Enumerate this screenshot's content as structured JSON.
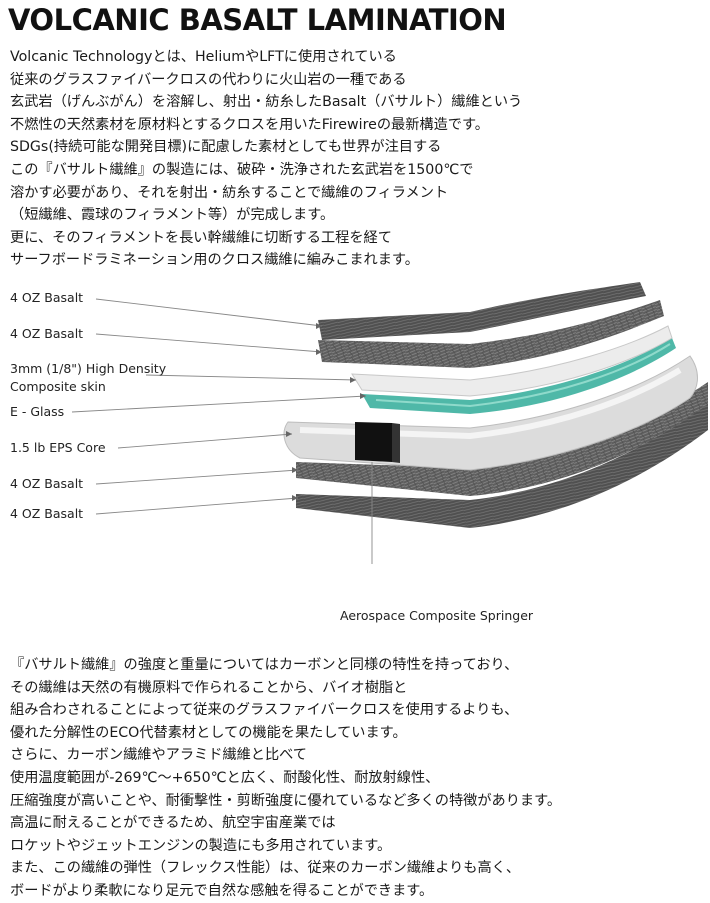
{
  "title": "VOLCANIC BASALT LAMINATION",
  "intro_lines": [
    "Volcanic Technologyとは、HeliumやLFTに使用されている",
    "従来のグラスファイバークロスの代わりに火山岩の一種である",
    "玄武岩（げんぶがん）を溶解し、射出・紡糸したBasalt（バサルト）繊維という",
    "不燃性の天然素材を原材料とするクロスを用いたFirewireの最新構造です。",
    "SDGs(持続可能な開発目標)に配慮した素材としても世界が注目する",
    "この『バサルト繊維』の製造には、破砕・洗浄された玄武岩を1500℃で",
    "溶かす必要があり、それを射出・紡糸することで繊維のフィラメント",
    "（短繊維、霞球のフィラメント等）が完成します。",
    "更に、そのフィラメントを長い幹繊維に切断する工程を経て",
    "サーフボードラミネーション用のクロス繊維に編みこまれます。"
  ],
  "diagram": {
    "layers": [
      {
        "label_lines": [
          "4 OZ Basalt"
        ]
      },
      {
        "label_lines": [
          "4 OZ Basalt"
        ]
      },
      {
        "label_lines": [
          "3mm (1/8\") High Density",
          "Composite skin"
        ]
      },
      {
        "label_lines": [
          "E - Glass"
        ]
      },
      {
        "label_lines": [
          "1.5 lb EPS Core"
        ]
      },
      {
        "label_lines": [
          "4 OZ Basalt"
        ]
      },
      {
        "label_lines": [
          "4 OZ Basalt"
        ]
      }
    ],
    "caption": "Aerospace Composite Springer",
    "colors": {
      "basalt": "#5a5a5a",
      "basalt_light": "#8a8a8a",
      "skin": "#e8e8e8",
      "eglass": "#4fb8a8",
      "core": "#d4d4d4",
      "stringer": "#111111"
    }
  },
  "body_lines": [
    "『バサルト繊維』の強度と重量についてはカーボンと同様の特性を持っており、",
    "その繊維は天然の有機原料で作られることから、バイオ樹脂と",
    "組み合わされることによって従来のグラスファイバークロスを使用するよりも、",
    "優れた分解性のECO代替素材としての機能を果たしています。",
    "さらに、カーボン繊維やアラミド繊維と比べて",
    "使用温度範囲が-269℃〜+650℃と広く、耐酸化性、耐放射線性、",
    "圧縮強度が高いことや、耐衝撃性・剪断強度に優れているなど多くの特徴があります。",
    "高温に耐えることができるため、航空宇宙産業では",
    "ロケットやジェットエンジンの製造にも多用されています。",
    "また、この繊維の弾性（フレックス性能）は、従来のカーボン繊維よりも高く、",
    "ボードがより柔軟になり足元で自然な感触を得ることができます。"
  ]
}
